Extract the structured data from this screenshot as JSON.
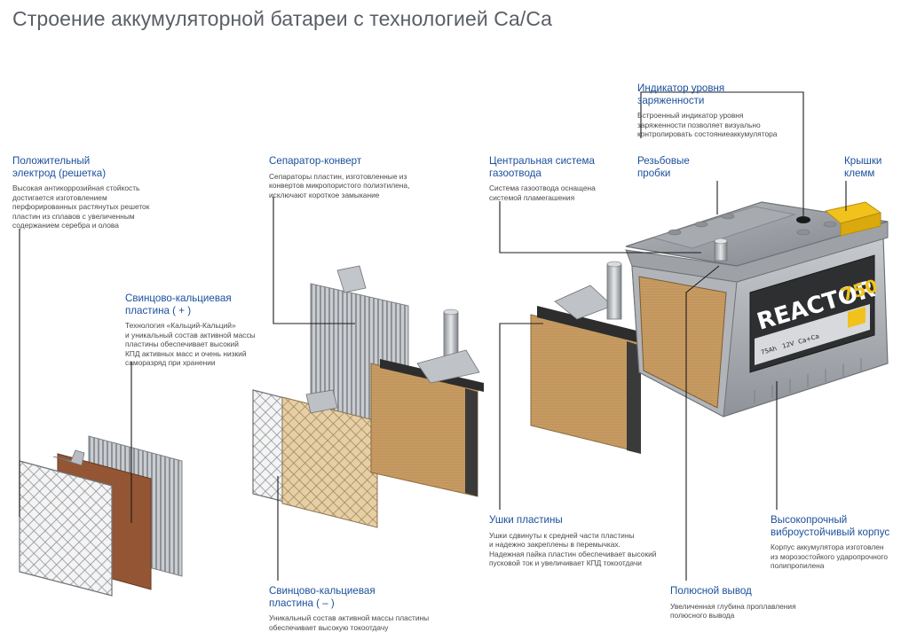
{
  "title": "Строение аккумуляторной батареи с технологией Ca/Ca",
  "colors": {
    "heading_blue": "#1a4f9c",
    "leader_line": "#1c1c1c",
    "plate_brown": "#c8a06a",
    "terminal_yellow": "#f1c21b",
    "case_grey": "#a9adb3"
  },
  "product_label": {
    "brand": "REACTOR",
    "model": "750",
    "capacity": "75Ah",
    "voltage": "12V",
    "chemistry": "Ca+Ca"
  },
  "callouts": {
    "positive_electrode": {
      "heading": [
        "Положительный",
        "электрод (решетка)"
      ],
      "text": [
        "Высокая антикоррозийная стойкость",
        "достигается изготовлением",
        "перфорированных растянутых решеток",
        "пластин из сплавов с увеличенным",
        "содержанием серебра и олова"
      ]
    },
    "lead_calcium_plate_pos": {
      "heading": [
        "Свинцово-кальциевая",
        "пластина ( + )"
      ],
      "text": [
        "Технология «Кальций-Кальций»",
        "и уникальный состав активной массы",
        "пластины обеспечивает высокий",
        "КПД активных масс и очень низкий",
        "саморазряд при хранении"
      ]
    },
    "separator_envelope": {
      "heading": [
        "Сепаратор-конверт"
      ],
      "text": [
        "Сепараторы пластин, изготовленные из",
        "конвертов микропористого полиэтилена,",
        "исключают короткое замыкание"
      ]
    },
    "central_gas_vent": {
      "heading": [
        "Центральная система",
        "газоотвода"
      ],
      "text": [
        "Система газоотвода оснащена",
        "системой пламегашения"
      ]
    },
    "charge_indicator": {
      "heading": [
        "Индикатор уровня",
        "заряженности"
      ],
      "text": [
        "Встроенный индикатор уровня",
        "заряженности позволяет визуально",
        "контролировать состояниеаккумулятора"
      ]
    },
    "threaded_plugs": {
      "heading": [
        "Резьбовые",
        "пробки"
      ],
      "text": []
    },
    "terminal_caps": {
      "heading": [
        "Крышки",
        "клемм"
      ],
      "text": []
    },
    "plate_lugs": {
      "heading": [
        "Ушки пластины"
      ],
      "text": [
        "Ушки сдвинуты к средней части пластины",
        "и надежно закреплены в перемычках.",
        "Надежная пайка пластин обеспечивает высокий",
        "пусковой ток и увеличивает КПД токоотдачи"
      ]
    },
    "lead_calcium_plate_neg": {
      "heading": [
        "Свинцово-кальциевая",
        "пластина ( – )"
      ],
      "text": [
        "Уникальный состав активной массы пластины",
        "обеспечивает высокую токоотдачу"
      ]
    },
    "pole_terminal": {
      "heading": [
        "Полюсной вывод"
      ],
      "text": [
        "Увеличенная глубина проплавления",
        "полюсного вывода"
      ]
    },
    "case": {
      "heading": [
        "Высокопрочный",
        "виброустойчивый корпус"
      ],
      "text": [
        "Корпус аккумулятора изготовлен",
        "из морозостойкого ударопрочного",
        "полипропилена"
      ]
    }
  }
}
